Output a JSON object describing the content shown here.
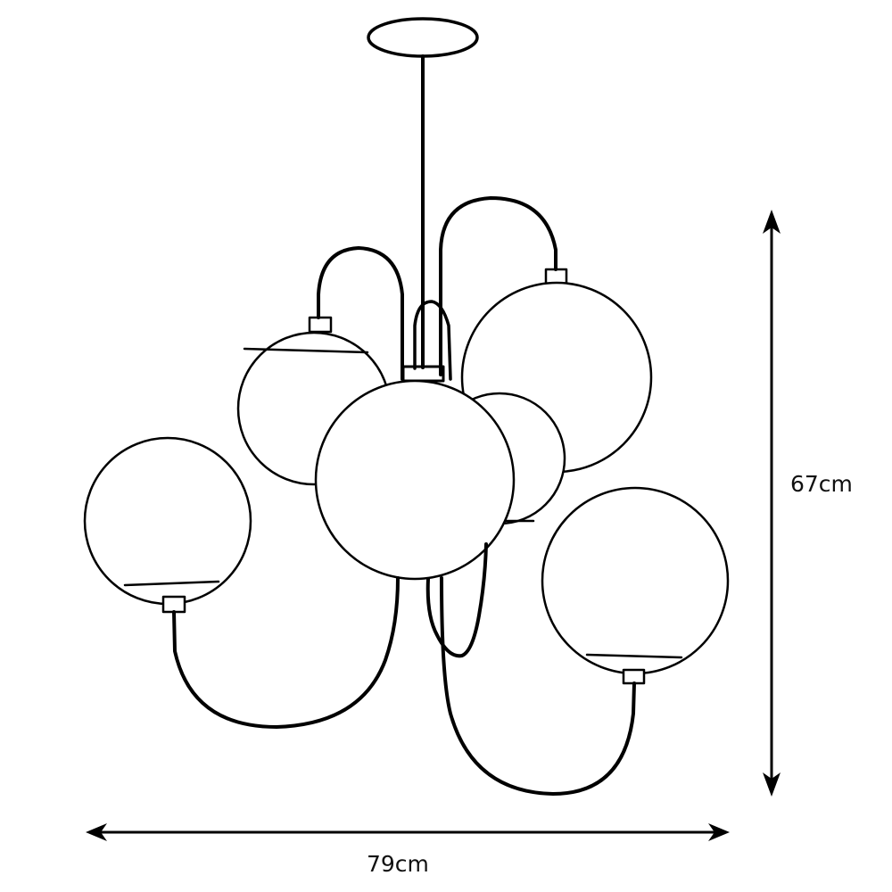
{
  "diagram": {
    "subject": "chandelier-dimension-drawing",
    "line_color": "#000000",
    "background": "#ffffff",
    "dimensions": {
      "height": {
        "label": "67cm",
        "orientation": "vertical"
      },
      "width": {
        "label": "79cm",
        "orientation": "horizontal"
      }
    },
    "components": {
      "ceiling_canopy": "oval canopy",
      "rod": "central drop rod",
      "globes": 6,
      "arms": "curved arms with socket caps"
    }
  }
}
